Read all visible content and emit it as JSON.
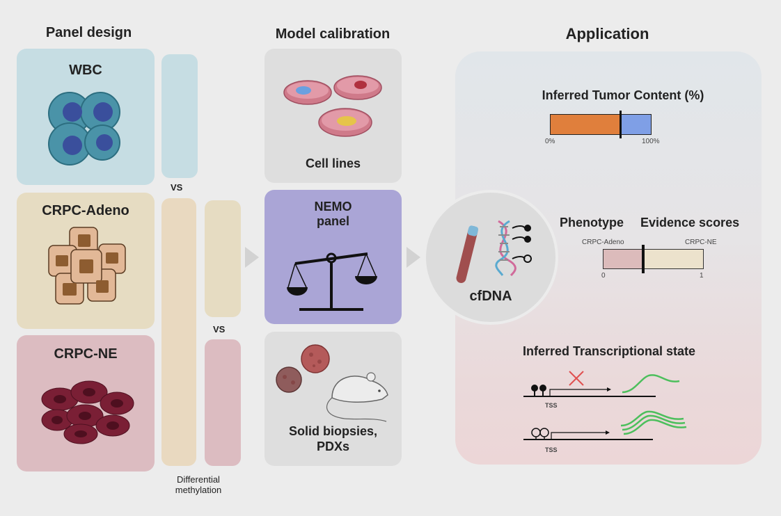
{
  "columns": {
    "panel_design": "Panel design",
    "model_calibration": "Model calibration",
    "application": "Application"
  },
  "panel": {
    "wbc": "WBC",
    "crpc_adeno": "CRPC-Adeno",
    "crpc_ne": "CRPC-NE",
    "vs1": "VS",
    "vs2": "VS",
    "differential_line1": "Differential",
    "differential_line2": "methylation"
  },
  "calibration": {
    "cell_lines": "Cell lines",
    "nemo_line1": "NEMO",
    "nemo_line2": "panel",
    "biopsies_line1": "Solid biopsies,",
    "biopsies_line2": "PDXs"
  },
  "cfdna": {
    "label": "cfDNA"
  },
  "application": {
    "tumor": {
      "title": "Inferred Tumor Content (%)",
      "min_label": "0%",
      "max_label": "100%",
      "fraction": 0.7
    },
    "phenotype": {
      "title_left": "Phenotype",
      "title_right": "Evidence scores",
      "left_label": "CRPC-Adeno",
      "right_label": "CRPC-NE",
      "min_label": "0",
      "max_label": "1",
      "score": 0.4
    },
    "transcription": {
      "title": "Inferred Transcriptional state",
      "tss1": "TSS",
      "tss2": "TSS"
    }
  },
  "colors": {
    "wbc_bg": "#c6dde3",
    "adeno_bg": "#e6dcc2",
    "ne_bg": "#dcbcc1",
    "nemo_bg": "#aaa5d6",
    "grey_card": "#dedede",
    "tumor_orange": "#e07f3c",
    "tumor_blue": "#7f9fe6",
    "phenotype_pink": "#dcbbbb",
    "phenotype_beige": "#ece2cc",
    "green": "#4cbf5c"
  }
}
